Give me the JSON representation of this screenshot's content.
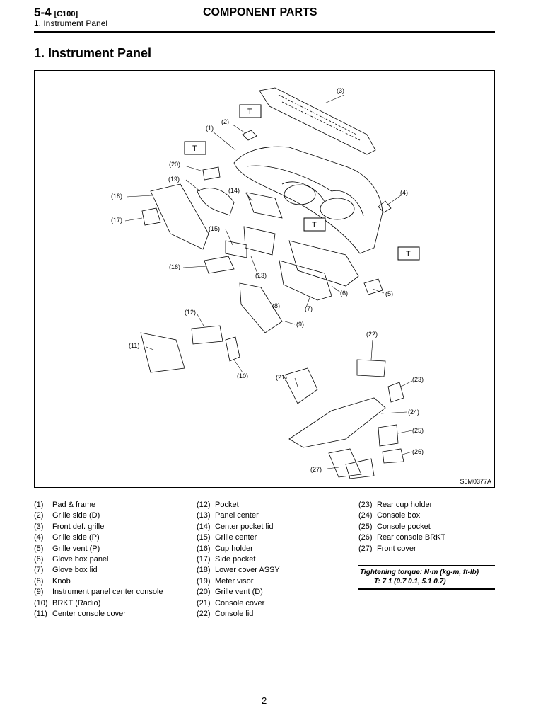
{
  "header": {
    "section_code": "5-4",
    "bracket_code": "[C100]",
    "subtitle": "1. Instrument Panel",
    "title": "COMPONENT PARTS"
  },
  "section": {
    "title": "1. Instrument Panel"
  },
  "figure": {
    "id": "S5M0377A",
    "torque_marker": "T",
    "callouts": [
      "(1)",
      "(2)",
      "(3)",
      "(4)",
      "(5)",
      "(6)",
      "(7)",
      "(8)",
      "(9)",
      "(10)",
      "(11)",
      "(12)",
      "(13)",
      "(14)",
      "(15)",
      "(16)",
      "(17)",
      "(18)",
      "(19)",
      "(20)",
      "(21)",
      "(22)",
      "(23)",
      "(24)",
      "(25)",
      "(26)",
      "(27)"
    ]
  },
  "parts": {
    "col1": [
      {
        "num": "(1)",
        "name": "Pad & frame"
      },
      {
        "num": "(2)",
        "name": "Grille side (D)"
      },
      {
        "num": "(3)",
        "name": "Front def. grille"
      },
      {
        "num": "(4)",
        "name": "Grille side (P)"
      },
      {
        "num": "(5)",
        "name": "Grille vent (P)"
      },
      {
        "num": "(6)",
        "name": "Glove box panel"
      },
      {
        "num": "(7)",
        "name": "Glove box lid"
      },
      {
        "num": "(8)",
        "name": "Knob"
      },
      {
        "num": "(9)",
        "name": "Instrument panel center console"
      },
      {
        "num": "(10)",
        "name": "BRKT (Radio)"
      },
      {
        "num": "(11)",
        "name": "Center console cover"
      }
    ],
    "col2": [
      {
        "num": "(12)",
        "name": "Pocket"
      },
      {
        "num": "(13)",
        "name": "Panel center"
      },
      {
        "num": "(14)",
        "name": "Center pocket lid"
      },
      {
        "num": "(15)",
        "name": "Grille center"
      },
      {
        "num": "(16)",
        "name": "Cup holder"
      },
      {
        "num": "(17)",
        "name": "Side pocket"
      },
      {
        "num": "(18)",
        "name": "Lower cover ASSY"
      },
      {
        "num": "(19)",
        "name": "Meter visor"
      },
      {
        "num": "(20)",
        "name": "Grille vent (D)"
      },
      {
        "num": "(21)",
        "name": "Console cover"
      },
      {
        "num": "(22)",
        "name": "Console lid"
      }
    ],
    "col3": [
      {
        "num": "(23)",
        "name": "Rear cup holder"
      },
      {
        "num": "(24)",
        "name": "Console box"
      },
      {
        "num": "(25)",
        "name": "Console pocket"
      },
      {
        "num": "(26)",
        "name": "Rear console BRKT"
      },
      {
        "num": "(27)",
        "name": "Front cover"
      }
    ]
  },
  "torque": {
    "heading": "Tightening torque: N·m (kg-m, ft-lb)",
    "value": "T: 7 1 (0.7 0.1, 5.1 0.7)"
  },
  "footer": {
    "page_number": "2"
  }
}
